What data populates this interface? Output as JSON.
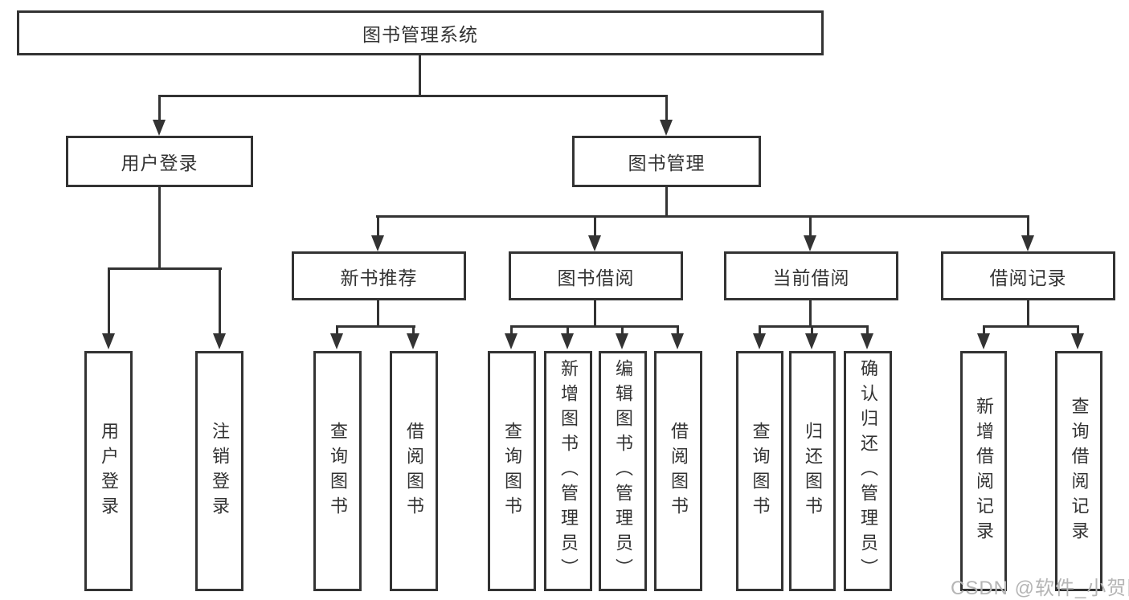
{
  "diagram": {
    "root": "图书管理系统",
    "branches": [
      {
        "label": "用户登录",
        "children": [
          "用户登录",
          "注销登录"
        ]
      },
      {
        "label": "图书管理",
        "children": [
          {
            "label": "新书推荐",
            "children": [
              "查询图书",
              "借阅图书"
            ]
          },
          {
            "label": "图书借阅",
            "children": [
              "查询图书",
              "新增图书（管理员）",
              "编辑图书（管理员）",
              "借阅图书"
            ]
          },
          {
            "label": "当前借阅",
            "children": [
              "查询图书",
              "归还图书",
              "确认归还（管理员）"
            ]
          },
          {
            "label": "借阅记录",
            "children": [
              "新增借阅记录",
              "查询借阅记录"
            ]
          }
        ]
      }
    ]
  },
  "watermark": "CSDN @软件_小贺同学",
  "colors": {
    "line": "#333333",
    "box_fill": "#ffffff",
    "text": "#333333",
    "watermark": "#b5b5b5",
    "background": "#ffffff"
  }
}
